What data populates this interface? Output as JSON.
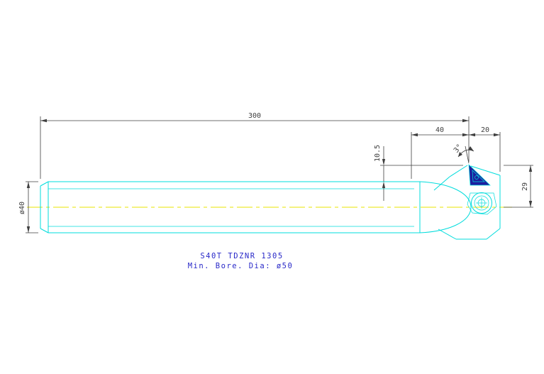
{
  "drawing": {
    "labels": {
      "part_number": "S40T TDZNR 1305",
      "min_bore": "Min. Bore. Dia: ø50"
    },
    "dimensions": {
      "overall_length": "300",
      "head_length": "40",
      "tip_to_face": "20",
      "tip_rise": "10.5",
      "center_to_tip": "29",
      "shank_diameter": "ø40",
      "lead_angle": "3°"
    },
    "colors": {
      "geometry": "#00dcdc",
      "centerline": "#e8e400",
      "dimension": "#3f3f3f",
      "insert_fill": "#1d1d9e",
      "text": "#2828c8",
      "background": "#ffffff"
    }
  }
}
